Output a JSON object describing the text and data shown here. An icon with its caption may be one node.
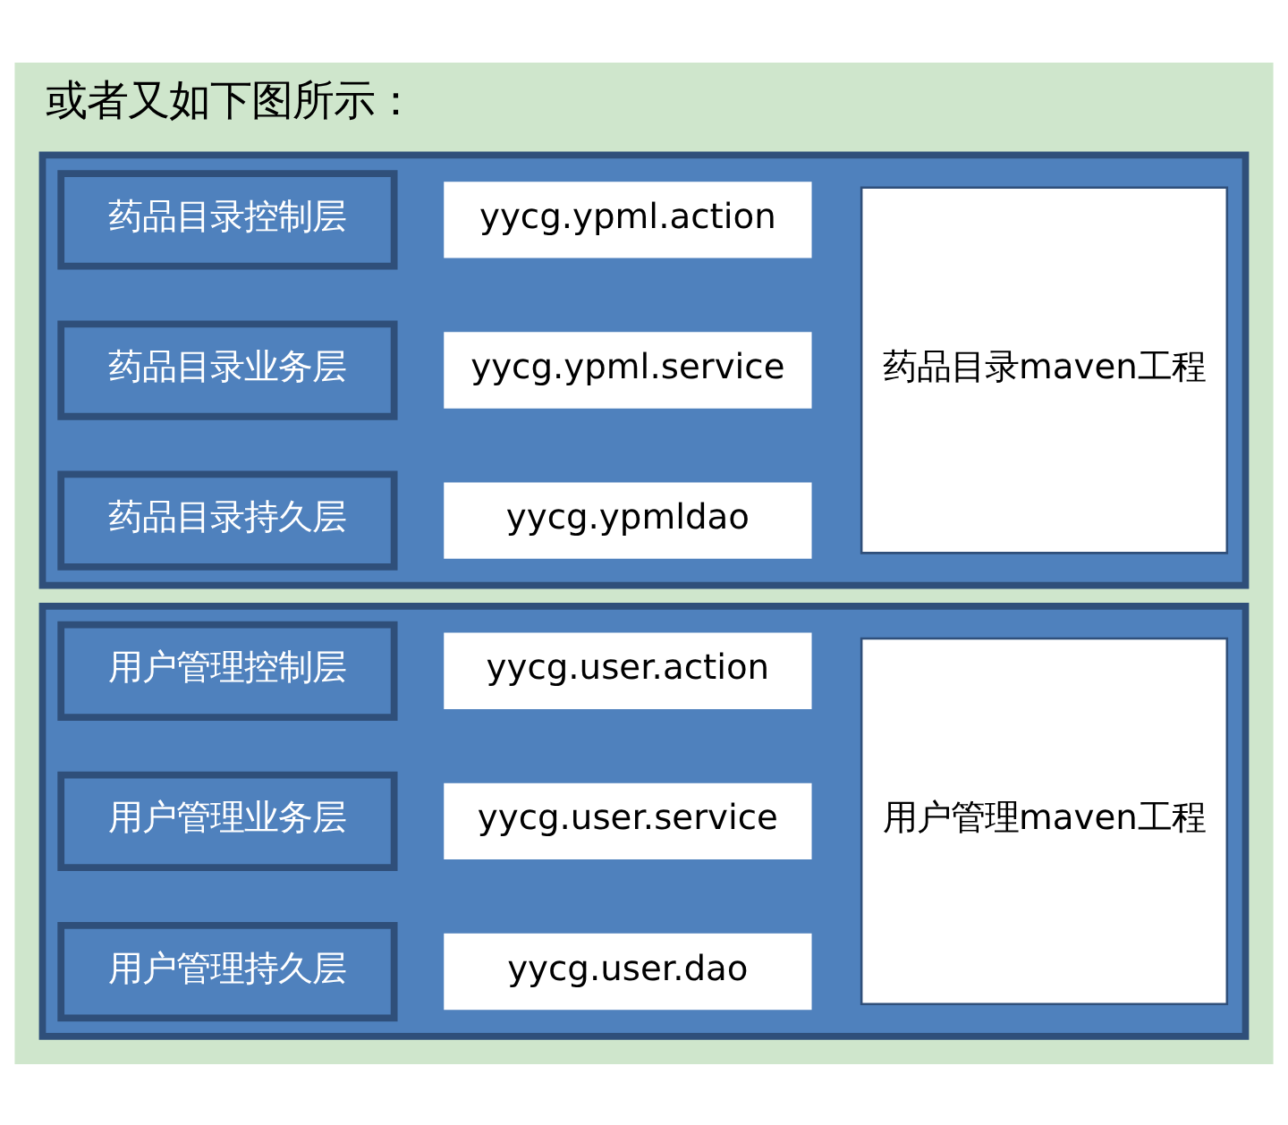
{
  "diagram": {
    "title": "或者又如下图所示：",
    "nodes": [
      {
        "text": [],
        "shape": "box"
      },
      {
        "text": [
          "用户管理控制层"
        ],
        "in": 0
      },
      {
        "text": [
          "yycg.user.action"
        ],
        "in": 0
      },
      {
        "text": [
          "用户管理业务层"
        ],
        "in": 0
      },
      {
        "text": [
          "yycg.user.service"
        ],
        "in": 0
      },
      {
        "text": [
          "用户管理持久层"
        ],
        "in": 0
      },
      {
        "text": [
          "yycg.user.dao"
        ],
        "in": 0
      },
      {
        "text": [
          "用户管理maven工程"
        ],
        "in": 0
      },
      {
        "text": [],
        "shape": "box"
      },
      {
        "text": [
          "药品目录控制层"
        ],
        "in": 8
      },
      {
        "text": [
          "yycg.ypml.action"
        ],
        "in": 8
      },
      {
        "text": [
          "药品目录业务层"
        ],
        "in": 8
      },
      {
        "text": [
          "yycg.ypml.service"
        ],
        "in": 8
      },
      {
        "text": [
          "药品目录持久层"
        ],
        "in": 8
      },
      {
        "text": [
          "yycg.ypmldao"
        ],
        "in": 8
      },
      {
        "text": [
          "药品目录maven工程"
        ],
        "in": 8
      }
    ]
  }
}
